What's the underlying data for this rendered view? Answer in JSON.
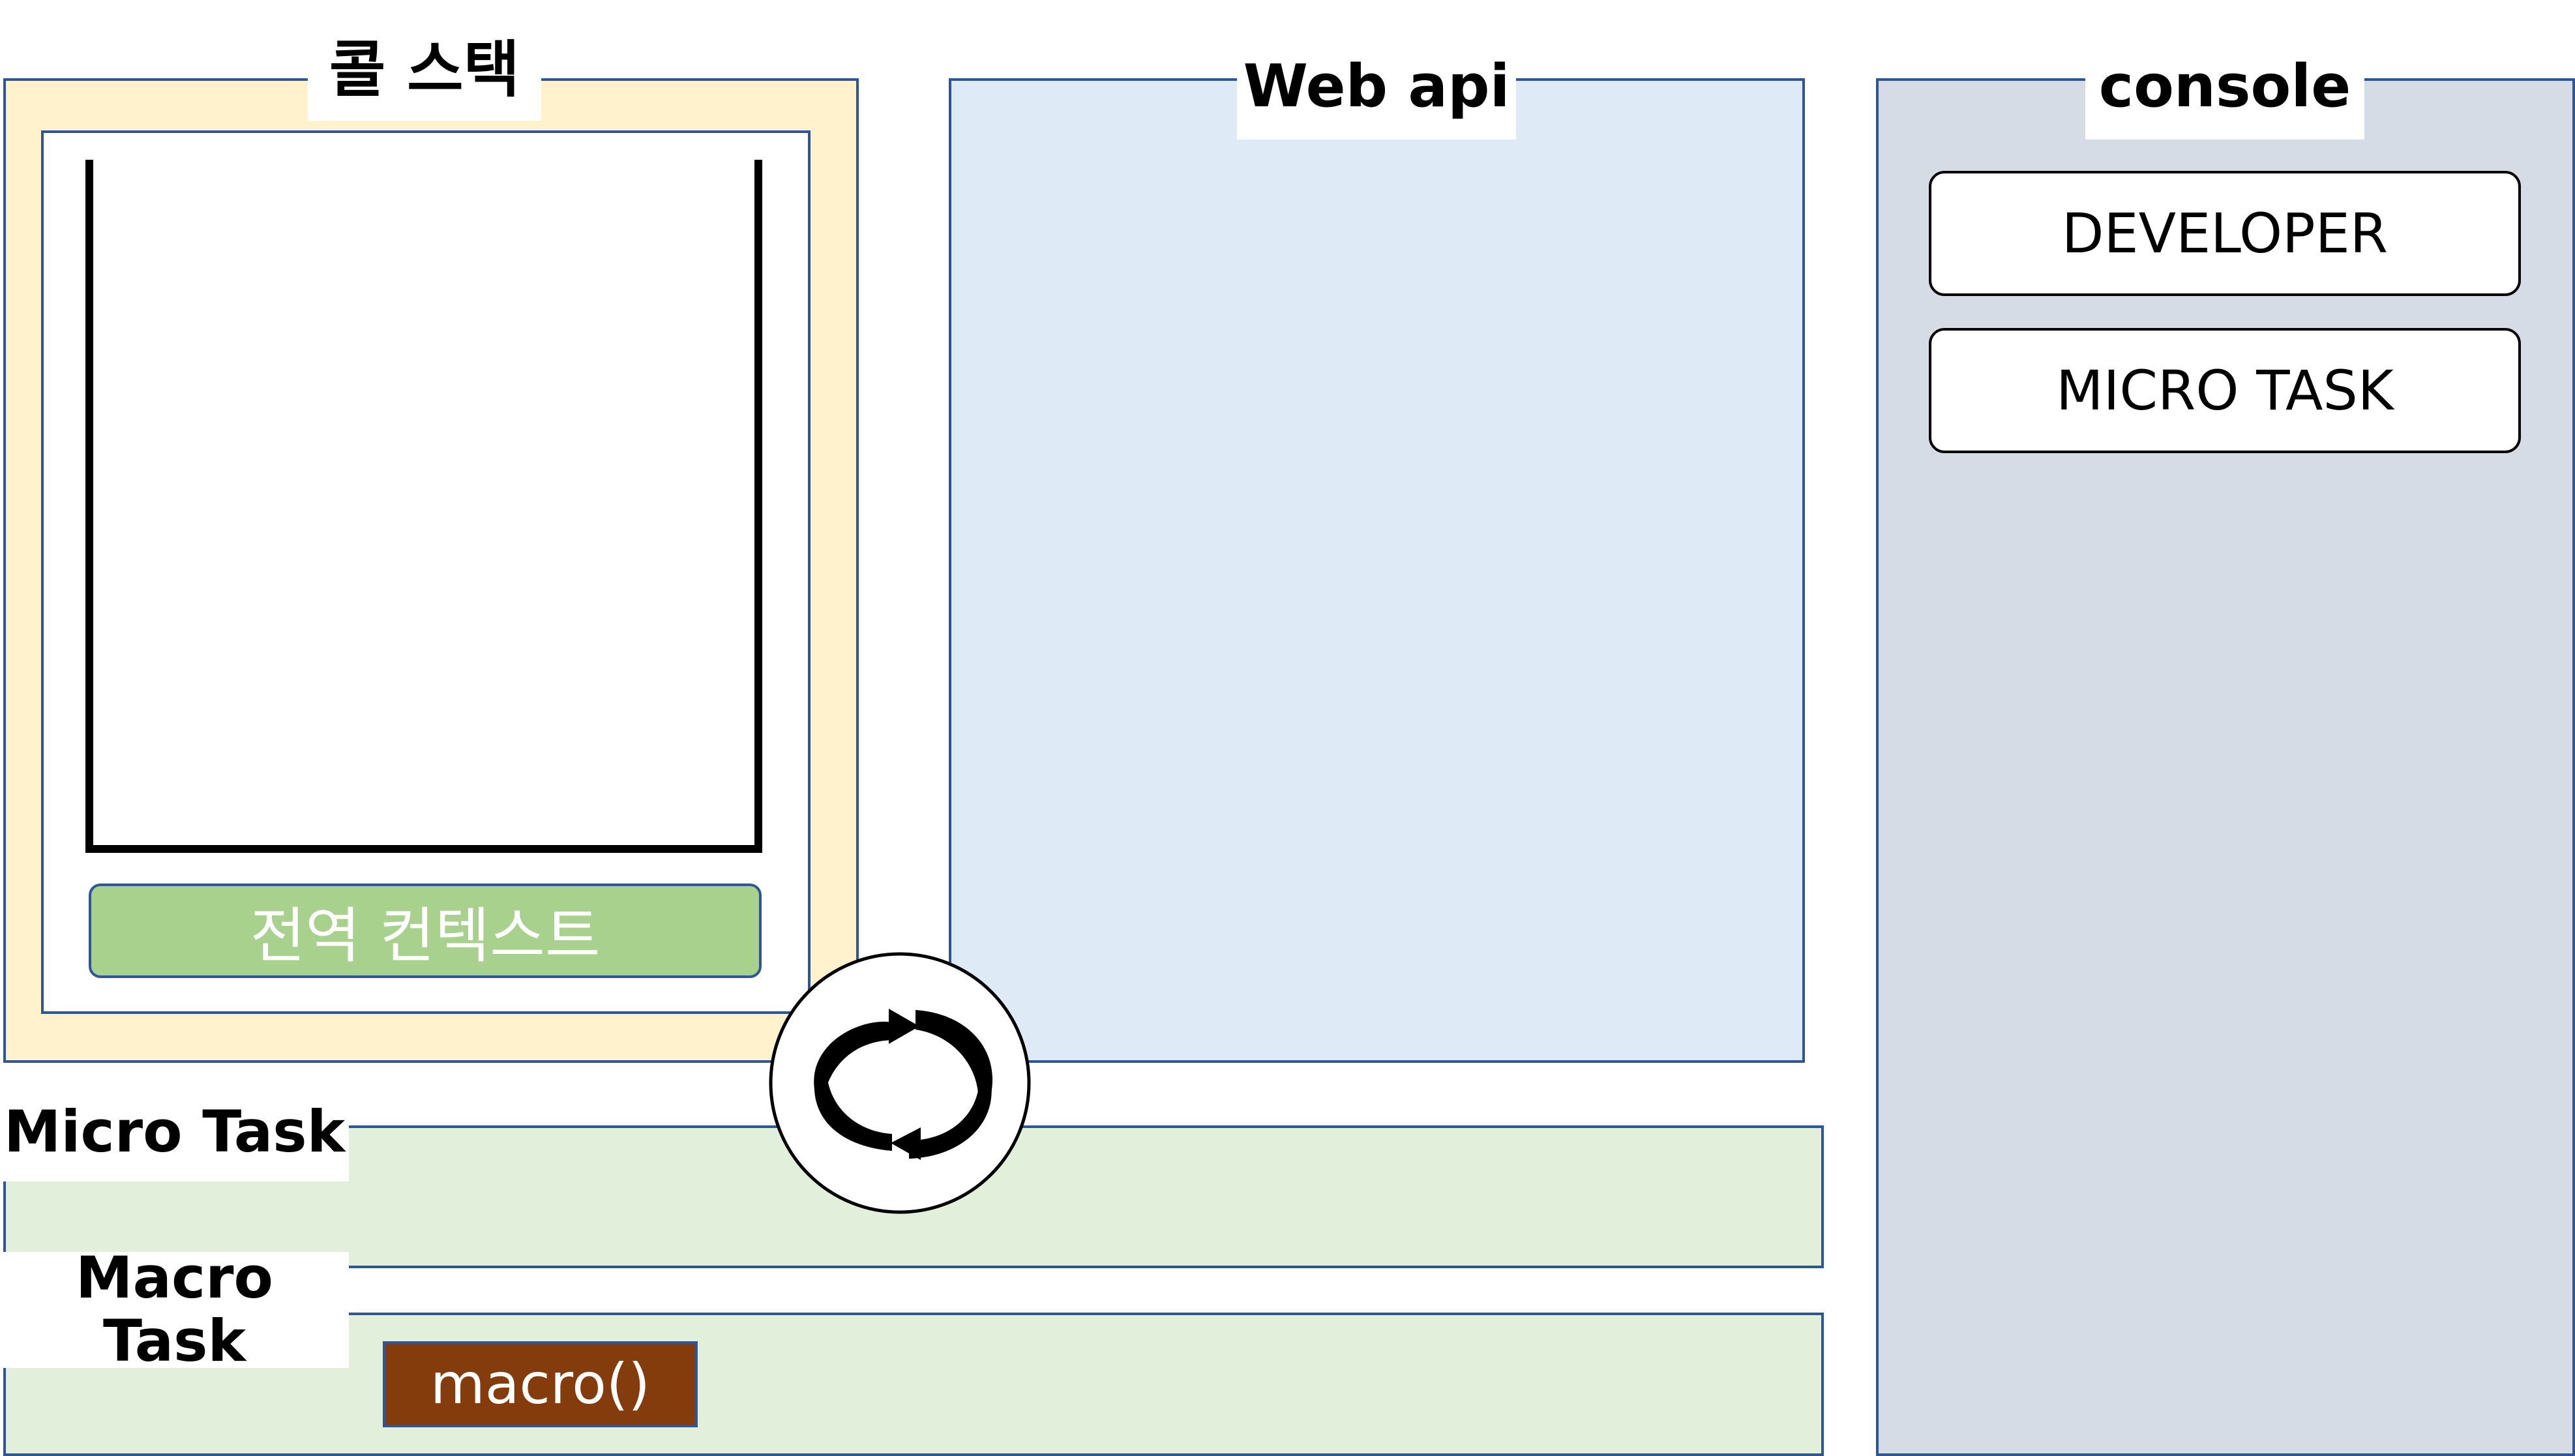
{
  "call_stack": {
    "title": "콜 스택",
    "global_context": "전역 컨텍스트"
  },
  "web_api": {
    "title": "Web api"
  },
  "console": {
    "title": "console",
    "entries": [
      "DEVELOPER",
      "MICRO TASK"
    ]
  },
  "micro_task": {
    "title": "Micro Task"
  },
  "macro_task": {
    "title_line1": "Macro",
    "title_line2": "Task",
    "items": [
      "macro()"
    ]
  },
  "event_loop": {
    "icon": "refresh-cycle-icon"
  },
  "colors": {
    "border": "#2f5597",
    "call_stack_bg": "#fff2cc",
    "web_api_bg": "#deebf7",
    "console_bg": "#d6dce5",
    "queue_bg": "#e2efda",
    "global_context_bg": "#a9d18e",
    "macro_item_bg": "#843c0c"
  }
}
